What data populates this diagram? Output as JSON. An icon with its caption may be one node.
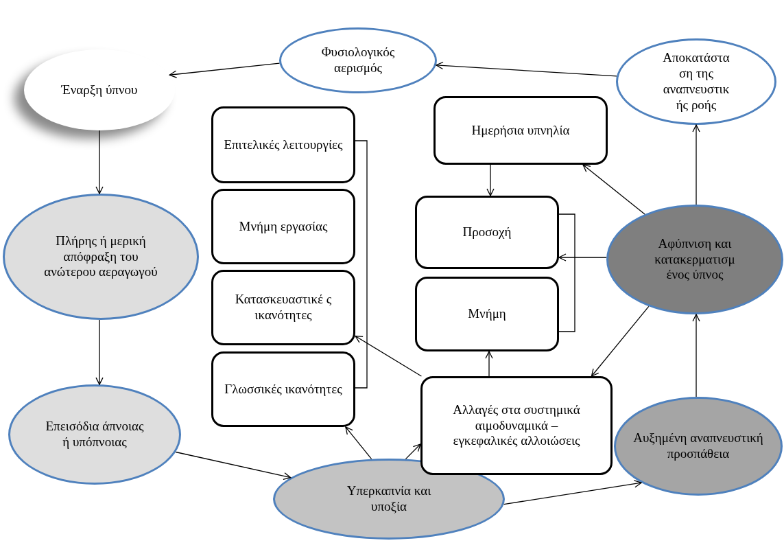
{
  "diagram": {
    "nodes": [
      {
        "text": [
          "Φυσιολογικός αερισμός"
        ]
      },
      {
        "text": [
          "Έναρξη ύπνου"
        ]
      },
      {
        "text": [
          "Αποκατάστα ση της αναπνευστικ ής ροής"
        ]
      },
      {
        "text": [
          "Ημερήσια υπνηλία"
        ]
      },
      {
        "text": [
          "Επιτελικές λειτουργίες"
        ]
      },
      {
        "text": [
          "Μνήμη εργασίας"
        ]
      },
      {
        "text": [
          "Κατασκευαστικέ ς ικανότητες"
        ]
      },
      {
        "text": [
          "Γλωσσικές ικανότητες"
        ]
      },
      {
        "text": [
          "Πλήρης ή μερική απόφραξη του ανώτερου αεραγωγού"
        ]
      },
      {
        "text": [
          "Προσοχή"
        ]
      },
      {
        "text": [
          "Μνήμη"
        ]
      },
      {
        "text": [
          "Αφύπνιση και κατακερματισμ ένος ύπνος"
        ]
      },
      {
        "text": [
          "Επεισόδια άπνοιας ή υπόπνοιας"
        ]
      },
      {
        "text": [
          "Αλλαγές στα συστημικά αιμοδυναμικά – εγκεφαλικές αλλοιώσεις"
        ]
      },
      {
        "text": [
          "Αυξημένη αναπνευστική προσπάθεια"
        ]
      },
      {
        "text": [
          "Υπερκαπνία και υποξία"
        ]
      }
    ],
    "edges": [
      {
        "from": 0,
        "to": 1,
        "arrow": "to"
      },
      {
        "from": 2,
        "to": 0,
        "arrow": "to"
      },
      {
        "from": 1,
        "to": 8,
        "arrow": "to"
      },
      {
        "from": 8,
        "to": 12,
        "arrow": "to"
      },
      {
        "from": 12,
        "to": 15,
        "arrow": "to"
      },
      {
        "from": 15,
        "to": 7,
        "arrow": "to"
      },
      {
        "from": 15,
        "to": 13,
        "arrow": "to"
      },
      {
        "from": 13,
        "to": 6,
        "arrow": "to"
      },
      {
        "from": 15,
        "to": 14,
        "arrow": "to"
      },
      {
        "from": 14,
        "to": 11,
        "arrow": "to"
      },
      {
        "from": 11,
        "to": 13,
        "arrow": "to"
      },
      {
        "from": 11,
        "to": 9,
        "arrow": "to"
      },
      {
        "from": 11,
        "to": 3,
        "arrow": "to"
      },
      {
        "from": 11,
        "to": 2,
        "arrow": "to"
      },
      {
        "from": 3,
        "to": 9,
        "arrow": "to"
      },
      {
        "from": 13,
        "to": 10,
        "arrow": "to"
      }
    ]
  }
}
